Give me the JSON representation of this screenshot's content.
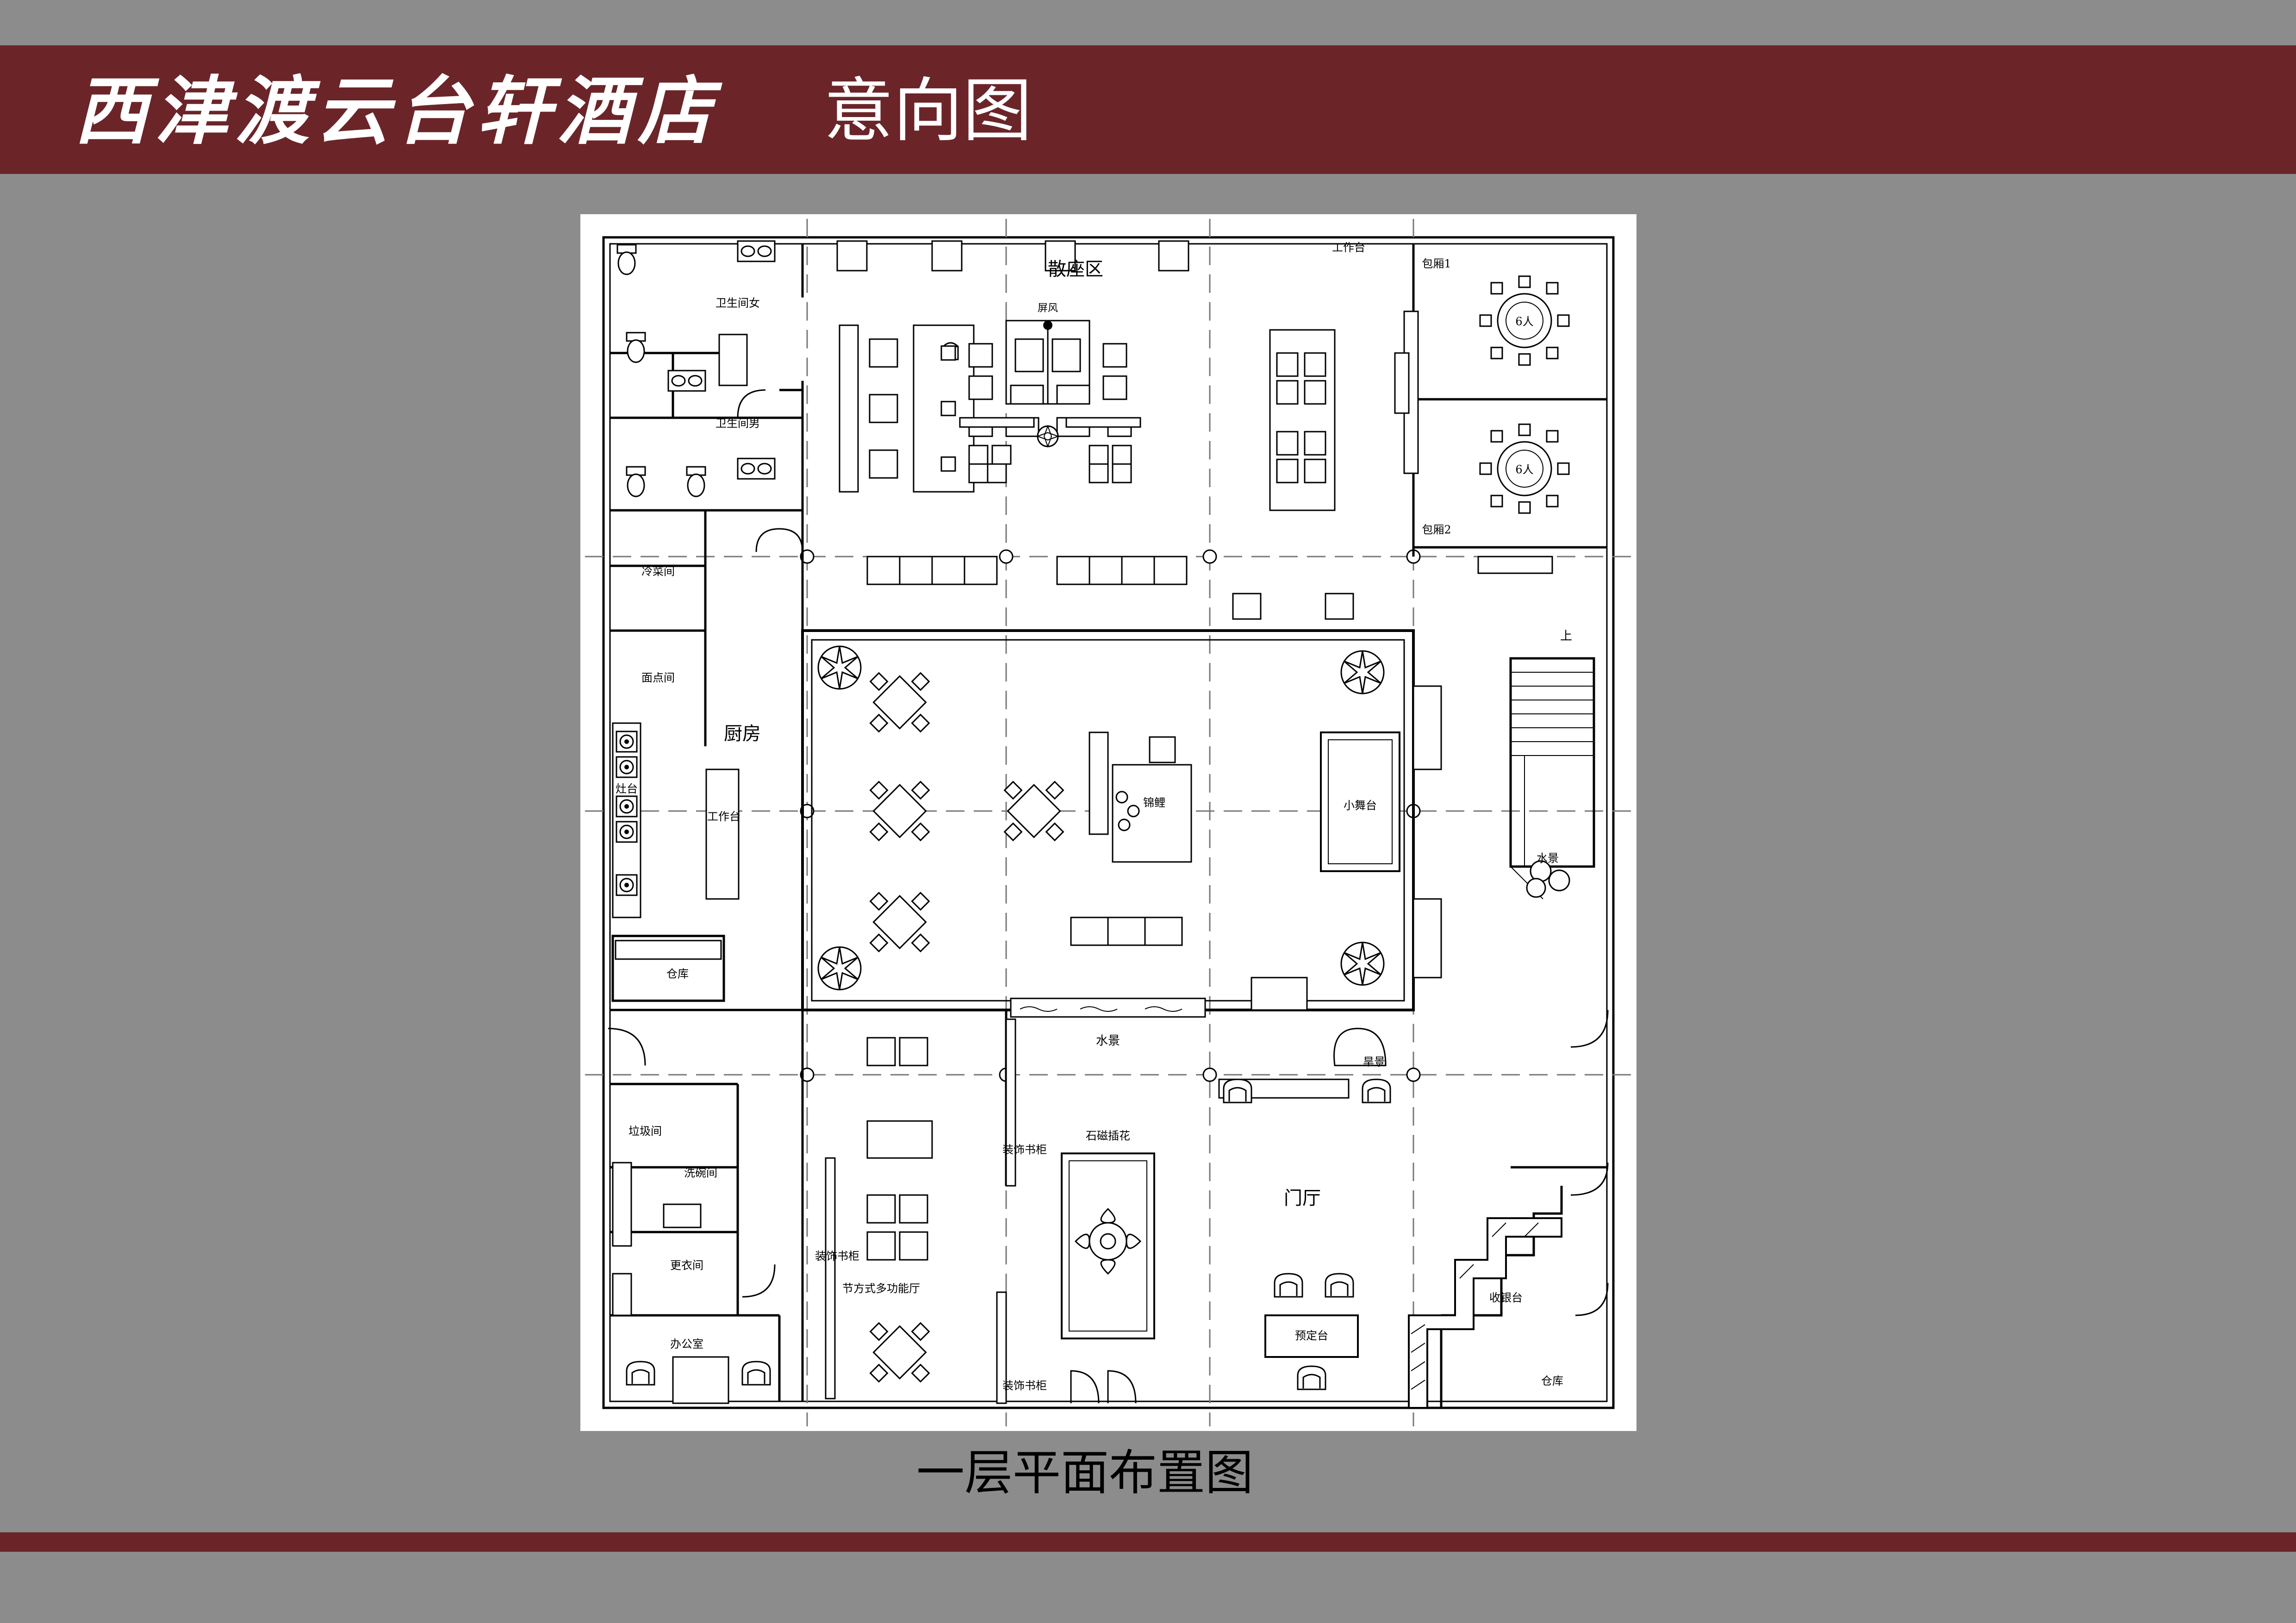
{
  "header": {
    "hotel_name": "西津渡云台轩酒店",
    "page_label": "意向图"
  },
  "plan": {
    "caption": "一层平面布置图",
    "rooms": {
      "lounge": "散座区",
      "screen": "屏风",
      "workbench_top": "工作台",
      "private_room_1": "包厢1",
      "private_room_2": "包厢2",
      "seats_1": "6人",
      "seats_2": "6人",
      "wc_female": "卫生间女",
      "wc_male": "卫生间男",
      "cold_dish": "冷菜间",
      "pastry": "面点间",
      "kitchen": "厨房",
      "stove": "灶台",
      "kitchen_workbench": "工作台",
      "storage_left": "仓库",
      "upstairs": "上",
      "stage": "小舞台",
      "koi": "锦鲤",
      "water_feature_right": "水景",
      "water_feature_center": "水景",
      "dry_scenery": "旱景",
      "garbage": "垃圾间",
      "dishwash": "洗碗间",
      "locker": "更衣间",
      "office": "办公室",
      "book_cabinet_1": "装饰书柜",
      "book_cabinet_2": "装饰书柜",
      "book_cabinet_3": "装饰书柜",
      "stone_flower": "石磁插花",
      "multifunction": "节方式多功能厅",
      "lobby": "门厅",
      "reservation": "预定台",
      "cashier": "收银台",
      "storage_right": "仓库"
    }
  },
  "colors": {
    "band": "#6b2529",
    "background": "#8c8c8c",
    "panel": "#ffffff"
  }
}
